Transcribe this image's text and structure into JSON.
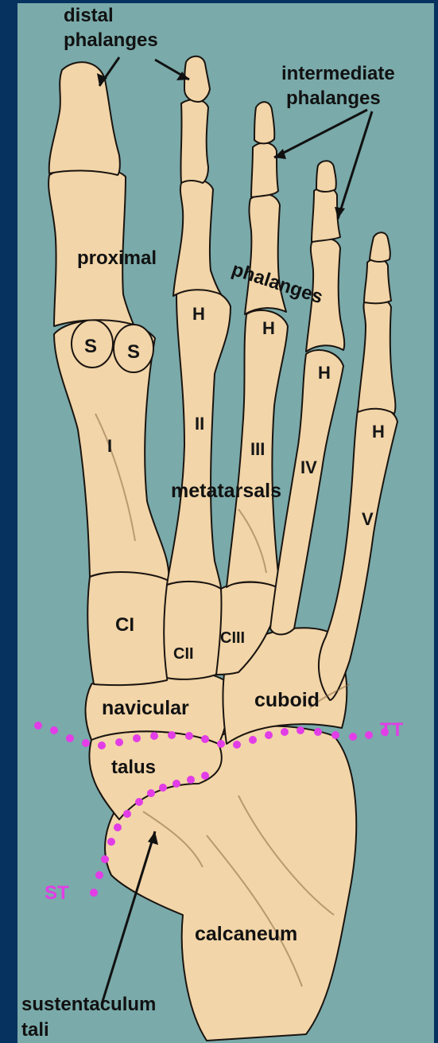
{
  "colors": {
    "frame": "#05325f",
    "panel": "#7aaaaa",
    "bone": "#f2d5a8",
    "bone_shadow": "#d9b582",
    "outline": "#1a1410",
    "text": "#111111",
    "joint_line": "#e23de6"
  },
  "labels": {
    "distal_1": "distal",
    "distal_2": "phalanges",
    "intermediate_1": "intermediate",
    "intermediate_2": "phalanges",
    "proximal": "proximal",
    "phalanges": "phalanges",
    "metatarsals": "metatarsals",
    "navicular": "navicular",
    "cuboid": "cuboid",
    "talus": "talus",
    "calcaneum": "calcaneum",
    "sustentaculum_1": "sustentaculum",
    "sustentaculum_2": "tali",
    "tt": "TT",
    "st": "ST"
  },
  "markers": {
    "sesamoid": "S",
    "head": "H",
    "m1": "I",
    "m2": "II",
    "m3": "III",
    "m4": "IV",
    "m5": "V",
    "c1": "CI",
    "c2": "CII",
    "c3": "CIII"
  }
}
